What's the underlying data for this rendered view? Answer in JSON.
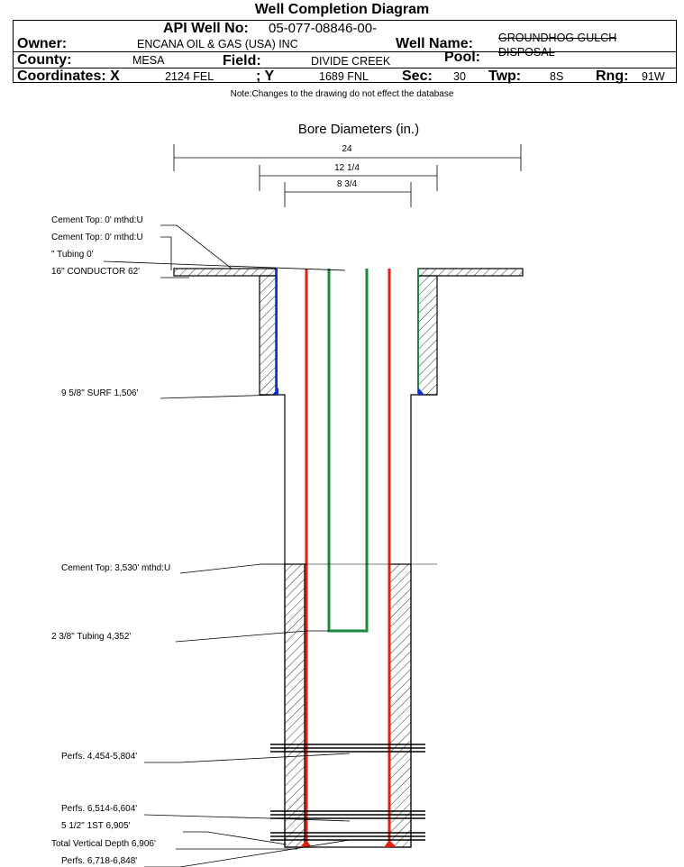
{
  "title": "Well Completion Diagram",
  "header": {
    "api_label": "API Well No:",
    "api_value": "05-077-08846-00-",
    "owner_label": "Owner:",
    "owner_value": "ENCANA OIL & GAS (USA) INC",
    "well_name_label": "Well Name:",
    "well_name_line1": "GROUNDHOG GULCH",
    "well_name_line2": "DISPOSAL",
    "county_label": "County:",
    "county_value": "MESA",
    "field_label": "Field:",
    "field_value": "DIVIDE CREEK",
    "pool_label": "Pool:",
    "coord_label": "Coordinates: X",
    "x_value": "2124 FEL",
    "y_label": "; Y",
    "y_value": "1689 FNL",
    "sec_label": "Sec:",
    "sec_value": "30",
    "twp_label": "Twp:",
    "twp_value": "8S",
    "rng_label": "Rng:",
    "rng_value": "91W"
  },
  "note": "Note:Changes to the drawing do not effect the database",
  "diagram": {
    "bore_title": "Bore Diameters (in.)",
    "dims": [
      "24",
      "12 1/4",
      "8 3/4"
    ],
    "labels": {
      "cement_top_1": "Cement Top: 0' mthd:U",
      "cement_top_2": "Cement Top: 0' mthd:U",
      "tubing_0": "\" Tubing 0'",
      "conductor": "16\" CONDUCTOR  62'",
      "surf": "9 5/8\" SURF       1,506'",
      "cement_top_3": "Cement Top: 3,530' mthd:U",
      "tubing": "2 3/8\" Tubing 4,352'",
      "perfs_1": "Perfs. 4,454-5,804'",
      "perfs_2": "Perfs. 6,514-6,604'",
      "prod": "5 1/2\" 1ST         6,905'",
      "tvd": "Total Vertical Depth 6,906'",
      "perfs_3": "Perfs. 6,718-6,848'"
    }
  },
  "colors": {
    "tubing": "#1a8a3a",
    "casing": "#e02010",
    "cement_shoe": "#1030d0"
  }
}
